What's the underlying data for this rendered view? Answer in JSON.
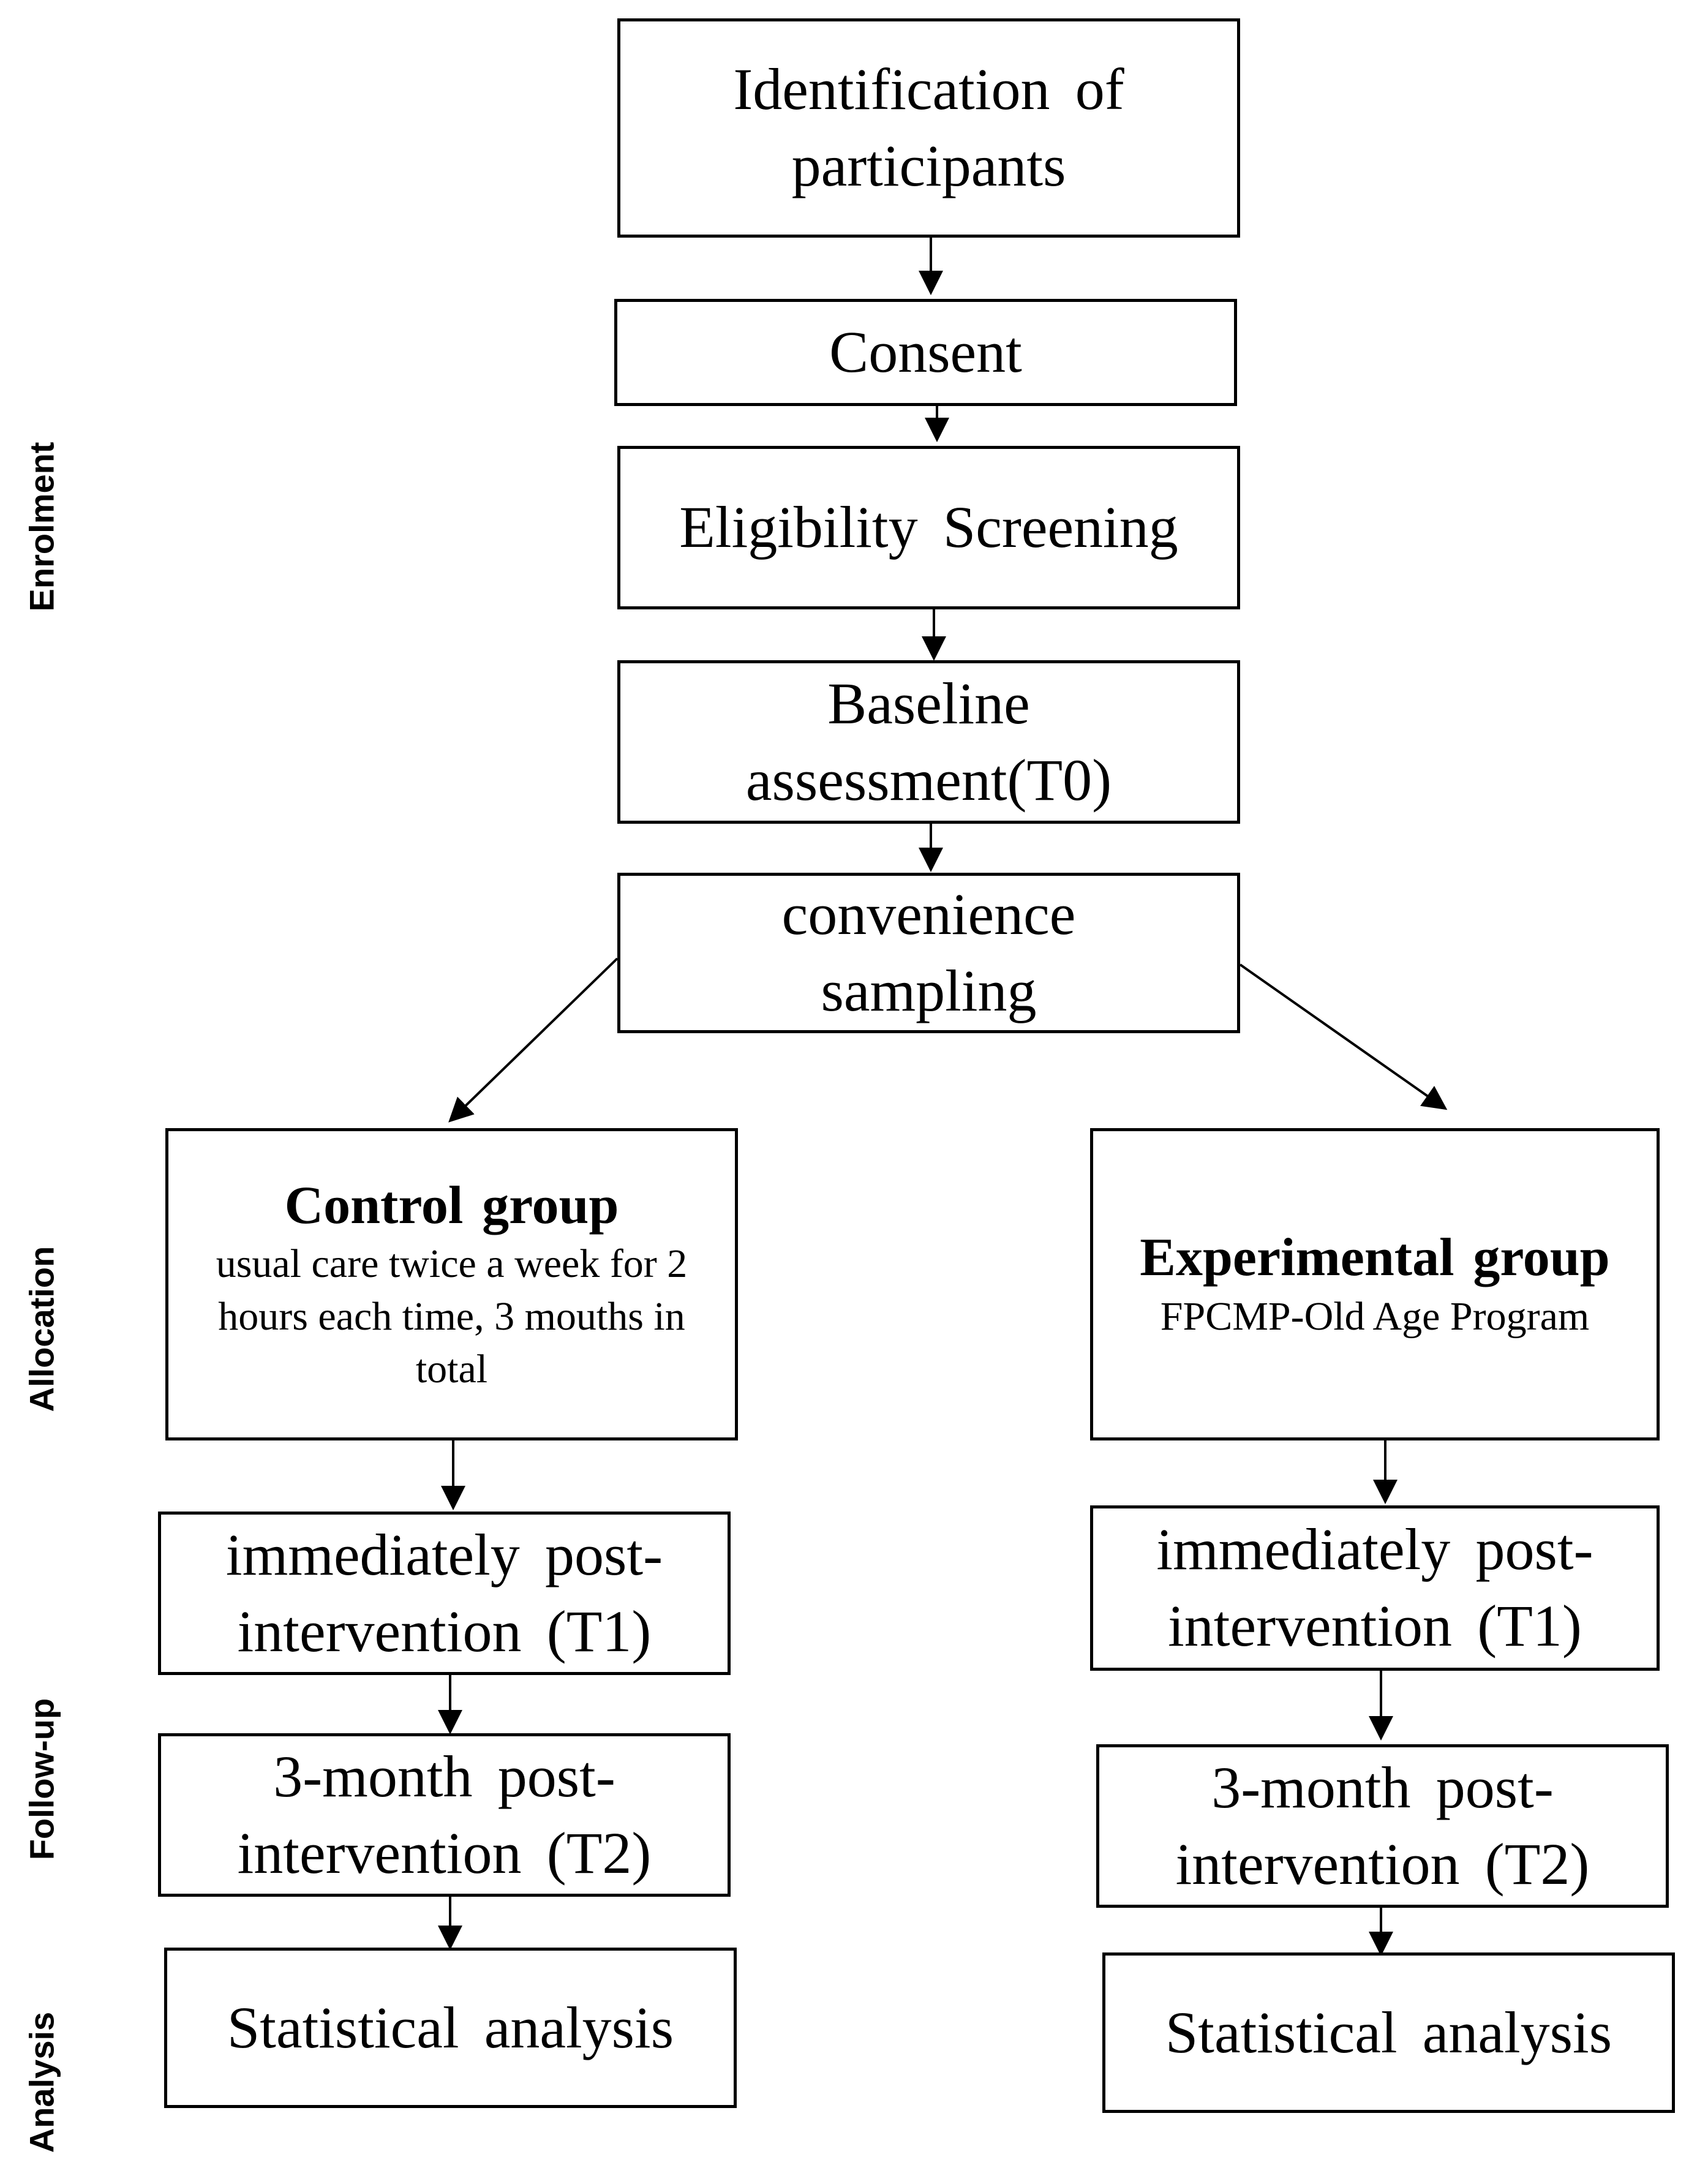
{
  "stages": {
    "enrolment": "Enrolment",
    "allocation": "Allocation",
    "follow_up": "Follow-up",
    "analysis": "Analysis"
  },
  "boxes": {
    "identification": {
      "line1": "Identification of",
      "line2": "participants"
    },
    "consent": {
      "text": "Consent"
    },
    "eligibility": {
      "text": "Eligibility Screening"
    },
    "baseline": {
      "line1": "Baseline",
      "line2": "assessment(T0)"
    },
    "sampling": {
      "line1": "convenience",
      "line2": "sampling"
    },
    "control": {
      "title": "Control group",
      "line1": "usual care twice a week for 2",
      "line2": "hours each time, 3 mouths in",
      "line3": "total"
    },
    "experimental": {
      "title": "Experimental group",
      "desc": "FPCMP-Old Age Program"
    },
    "control_t1": {
      "line1": "immediately post-",
      "line2": "intervention (T1)"
    },
    "experimental_t1": {
      "line1": "immediately post-",
      "line2": "intervention (T1)"
    },
    "control_t2": {
      "line1": "3-month post-",
      "line2": "intervention (T2)"
    },
    "experimental_t2": {
      "line1": "3-month post-",
      "line2": "intervention (T2)"
    },
    "control_analysis": {
      "text": "Statistical analysis"
    },
    "experimental_analysis": {
      "text": "Statistical analysis"
    }
  }
}
